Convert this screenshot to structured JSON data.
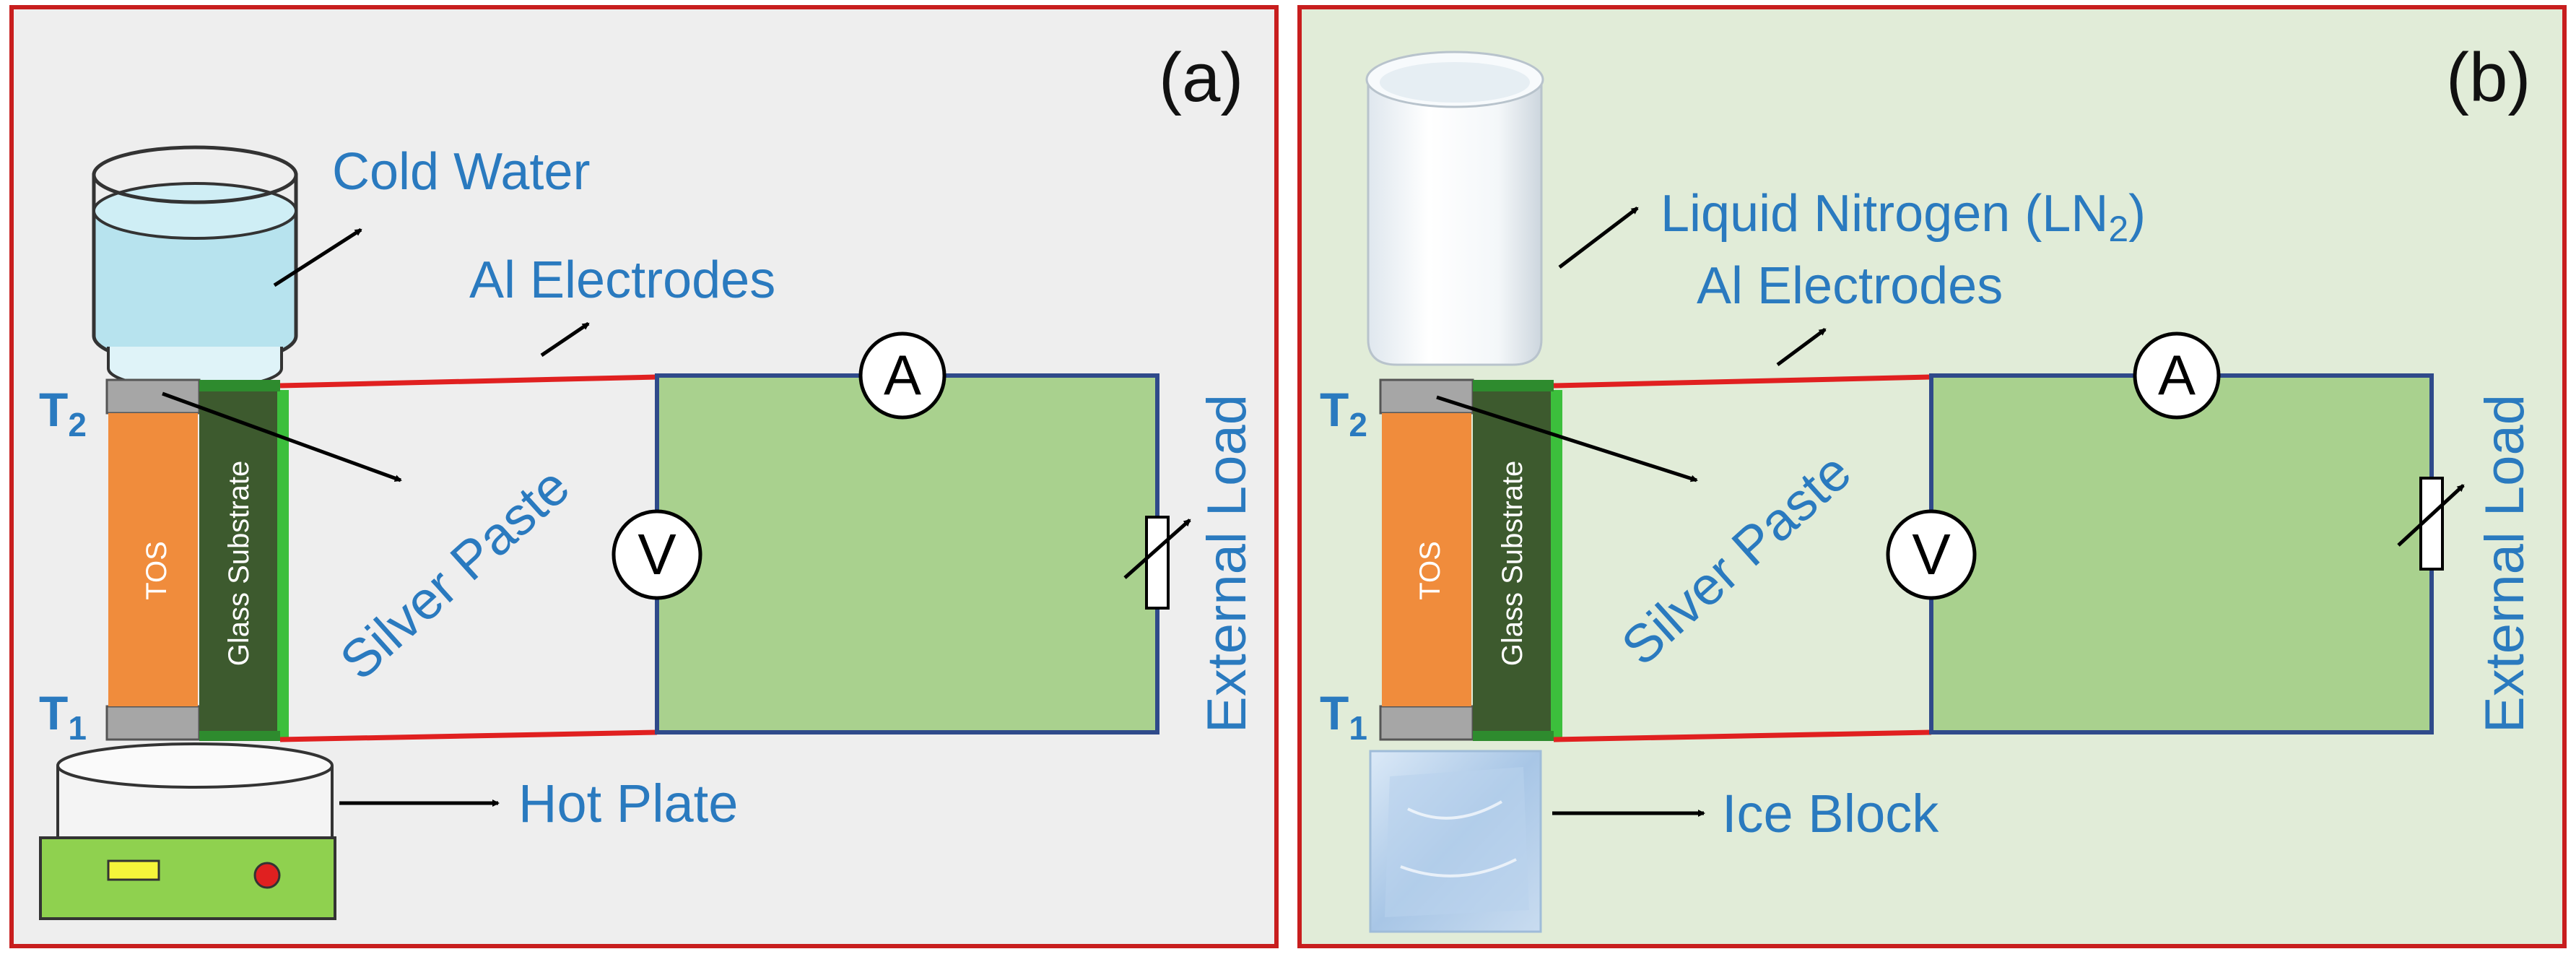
{
  "colors": {
    "border_red": "#c81e1e",
    "panel_a_bg": "#eeeeee",
    "panel_b_bg": "#e1ecd8",
    "label_blue": "#2a7abf",
    "wire_red": "#e02020",
    "circuit_fill": "#a9d18e",
    "circuit_border": "#2f4a8a",
    "tos_orange": "#f08c3c",
    "substrate_dark": "#3d5a2e",
    "substrate_edge": "#3cbf3c",
    "paste_grey": "#a6a6a6",
    "hot_plate_green": "#8fd14f",
    "water_blue": "#b7e3ee"
  },
  "panels": [
    {
      "tag": "(a)",
      "top_label": "Cold Water",
      "electrodes_label": "Al Electrodes",
      "paste_label": "Silver Paste",
      "bottom_label": "Hot Plate",
      "load_label": "External Load",
      "substrate_label": "Glass Substrate",
      "film_label": "TOS",
      "t2": "T",
      "t2_sub": "2",
      "t1": "T",
      "t1_sub": "1",
      "ammeter": "A",
      "voltmeter": "V"
    },
    {
      "tag": "(b)",
      "top_label": "Liquid Nitrogen (LN",
      "top_label_sub": "2",
      "top_label_end": ")",
      "electrodes_label": "Al Electrodes",
      "paste_label": "Silver Paste",
      "bottom_label": "Ice Block",
      "load_label": "External Load",
      "substrate_label": "Glass Substrate",
      "film_label": "TOS",
      "t2": "T",
      "t2_sub": "2",
      "t1": "T",
      "t1_sub": "1",
      "ammeter": "A",
      "voltmeter": "V"
    }
  ]
}
